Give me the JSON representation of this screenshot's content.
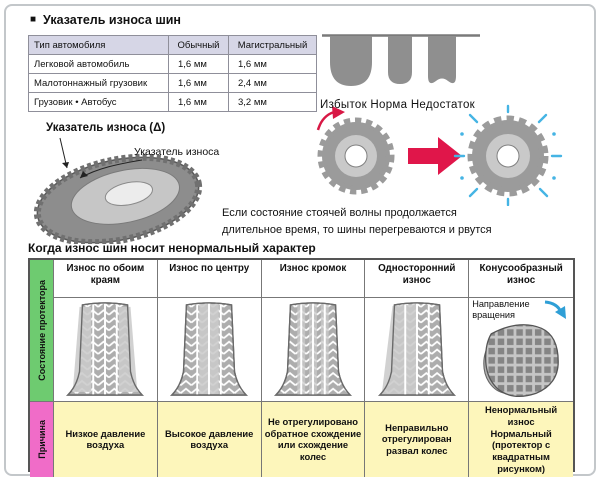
{
  "header": {
    "bullet": "■",
    "title": "Указатель износа шин"
  },
  "spec_table": {
    "col_headers": [
      "Тип автомобиля",
      "Обычный",
      "Магистральный"
    ],
    "rows": [
      {
        "type": "Легковой автомобиль",
        "normal": "1,6 мм",
        "highway": "1,6 мм"
      },
      {
        "type": "Малотоннажный грузовик",
        "normal": "1,6 мм",
        "highway": "2,4 мм"
      },
      {
        "type": "Грузовик • Автобус",
        "normal": "1,6 мм",
        "highway": "3,2 мм"
      }
    ]
  },
  "inflation": {
    "caption": "Избыток Норма Недостаток"
  },
  "wear_indicator": {
    "label_primary": "Указатель износа (Δ)",
    "label_secondary": "Указатель износа"
  },
  "standing_wave": {
    "line1": "Если состояние стоячей волны продолжается",
    "line2": "длительное время, то шины перегреваются и рвутся"
  },
  "abnormal_wear": {
    "title": "Когда износ шин носит ненормальный характер",
    "row_label_tread": "Состояние протектора",
    "row_label_cause": "Причина",
    "columns": [
      {
        "title": "Износ по обоим краям",
        "cause": "Низкое давление воздуха"
      },
      {
        "title": "Износ по центру",
        "cause": "Высокое давление воздуха"
      },
      {
        "title": "Износ кромок",
        "cause": "Не отрегулировано обратное схождение или схождение колес"
      },
      {
        "title": "Односторонний износ",
        "cause": "Неправильно отрегулирован развал колес"
      },
      {
        "title": "Конусообразный износ",
        "subtitle": "Направление вращения",
        "cause_line1": "Ненормальный износ",
        "cause_line2": "Нормальный",
        "cause_line3": "(протектор с квадратным рисунком)"
      }
    ]
  },
  "colors": {
    "tread_row_label_bg": "#6ecb70",
    "cause_row_label_bg": "#f06cc8",
    "cause_cell_bg": "#fdf6bb",
    "table_header_bg": "#d6d6e6",
    "arrow_red": "#e0164a",
    "accent_blue": "#3aabdc"
  }
}
